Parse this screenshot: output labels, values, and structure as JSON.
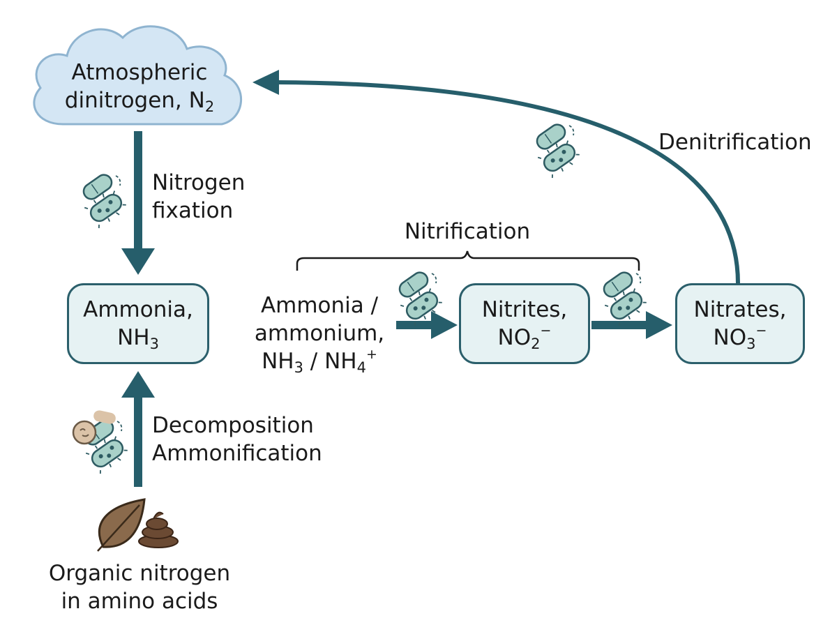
{
  "nodes": {
    "n2": {
      "line1": "Atmospheric",
      "line2_pre": "dinitrogen, N",
      "line2_sub": "2"
    },
    "ammonia": {
      "line1": "Ammonia,",
      "line2_pre": "NH",
      "line2_sub": "3"
    },
    "nitrites": {
      "line1": "Nitrites,",
      "line2_pre": "NO",
      "line2_sub": "2",
      "line2_sup": "−"
    },
    "nitrates": {
      "line1": "Nitrates,",
      "line2_pre": "NO",
      "line2_sub": "3",
      "line2_sup": "−"
    },
    "ammonium": {
      "line1": "Ammonia /",
      "line2": "ammonium,",
      "line3_a": "NH",
      "line3_a_sub": "3",
      "line3_mid": " / NH",
      "line3_b_sub": "4",
      "line3_b_sup": "+"
    },
    "organic": {
      "line1": "Organic nitrogen",
      "line2": "in amino acids"
    }
  },
  "processes": {
    "fixation": {
      "line1": "Nitrogen",
      "line2": "fixation"
    },
    "decomposition": {
      "line1": "Decomposition",
      "line2": "Ammonification"
    },
    "nitrification": "Nitrification",
    "denitrification": "Denitrification"
  },
  "icons": [
    "cloud-icon",
    "bacteria-icon",
    "fungus-icon",
    "leaf-icon",
    "dung-icon"
  ],
  "colors": {
    "arrow": "#265e6b",
    "node_fill": "#e6f2f3",
    "node_border": "#2b5f6b",
    "cloud_fill": "#d4e6f4",
    "cloud_border": "#8fb4d0",
    "bacteria_fill": "#a9d1c9",
    "leaf": "#8a6a4c",
    "dung": "#6b4a33"
  }
}
